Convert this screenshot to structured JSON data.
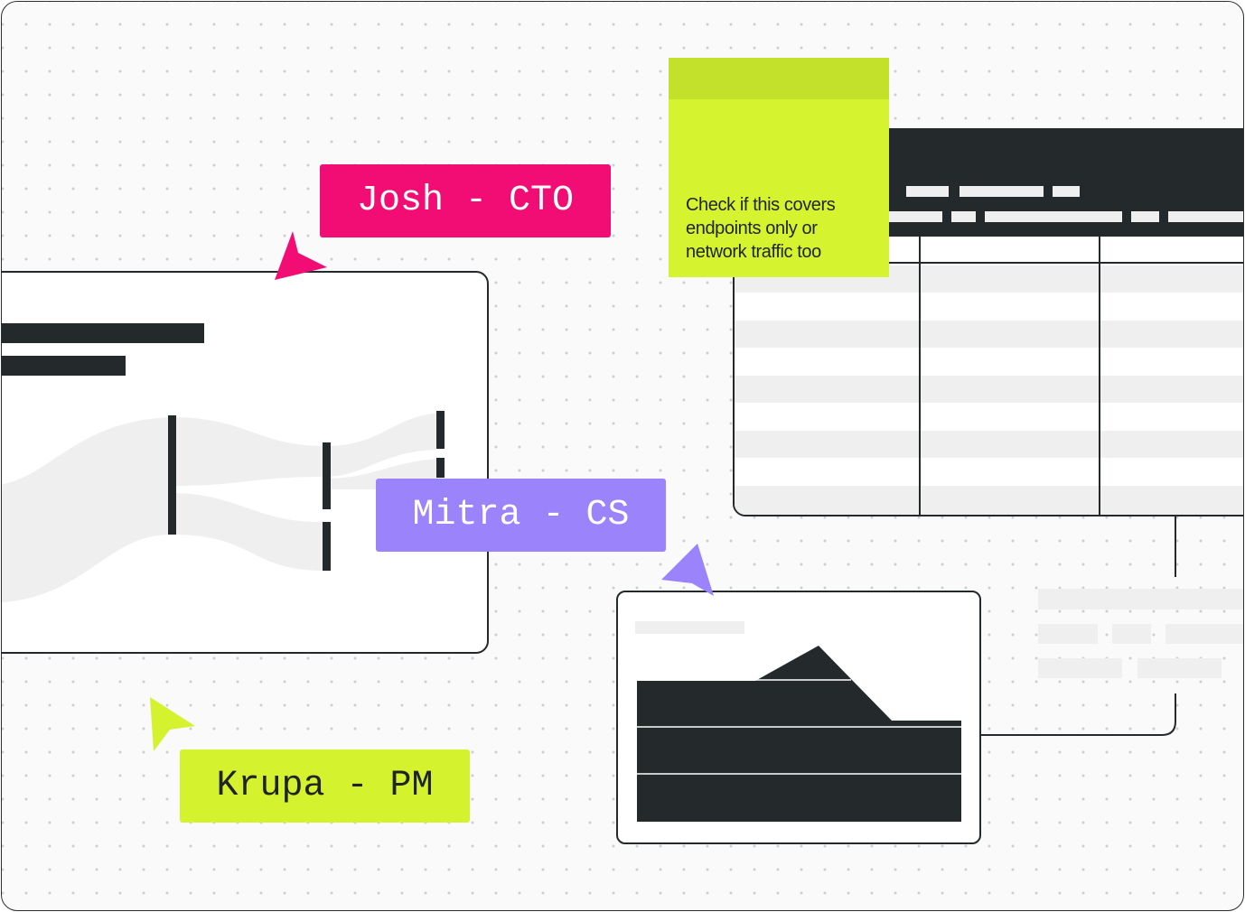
{
  "colors": {
    "ink": "#24292c",
    "josh_tag": "#f20d74",
    "mitra_tag": "#9a83fb",
    "krupa_tag": "#d4f22e",
    "sticky_note": "#d5f32e",
    "placeholder_grey": "#efefef"
  },
  "collaborators": [
    {
      "label": "Josh - CTO",
      "color": "#f20d74",
      "icon": "cursor-arrow-icon"
    },
    {
      "label": "Mitra - CS",
      "color": "#9a83fb",
      "icon": "cursor-arrow-icon"
    },
    {
      "label": "Krupa - PM",
      "color": "#d4f22e",
      "icon": "cursor-arrow-icon"
    }
  ],
  "sticky_note": {
    "text": "Check if this covers\nendpoints only or\nnetwork traffic too"
  },
  "widgets": {
    "sankey_card": "sankey-chart-widget",
    "table_card": "table-widget",
    "area_card": "area-chart-widget"
  }
}
